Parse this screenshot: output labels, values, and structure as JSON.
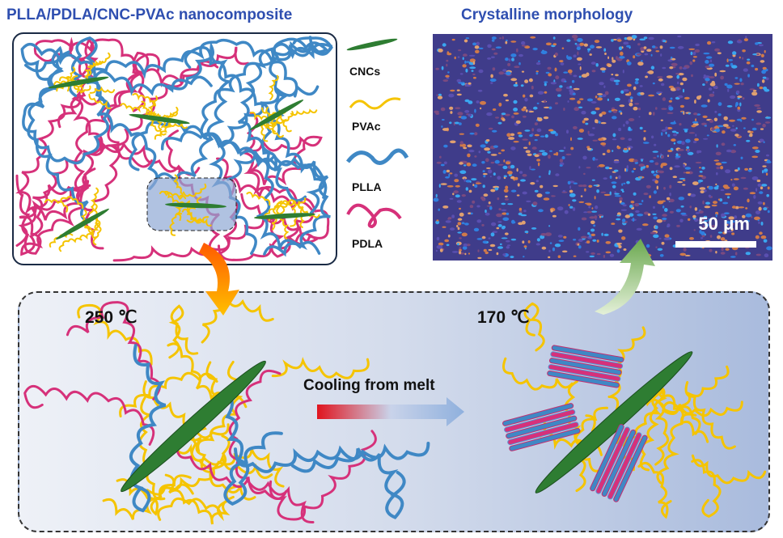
{
  "left_panel": {
    "title": "PLLA/PDLA/CNC-PVAc nanocomposite"
  },
  "right_panel": {
    "title": "Crystalline morphology",
    "scale_bar": "50 μm"
  },
  "legend": [
    {
      "label": "CNCs",
      "color": "#2e7d32"
    },
    {
      "label": "PVAc",
      "color": "#f5c400"
    },
    {
      "label": "PLLA",
      "color": "#3f88c5"
    },
    {
      "label": "PDLA",
      "color": "#d6317a"
    }
  ],
  "process": {
    "start_temp": "250 ℃",
    "end_temp": "170 ℃",
    "arrow_label": "Cooling from melt"
  }
}
